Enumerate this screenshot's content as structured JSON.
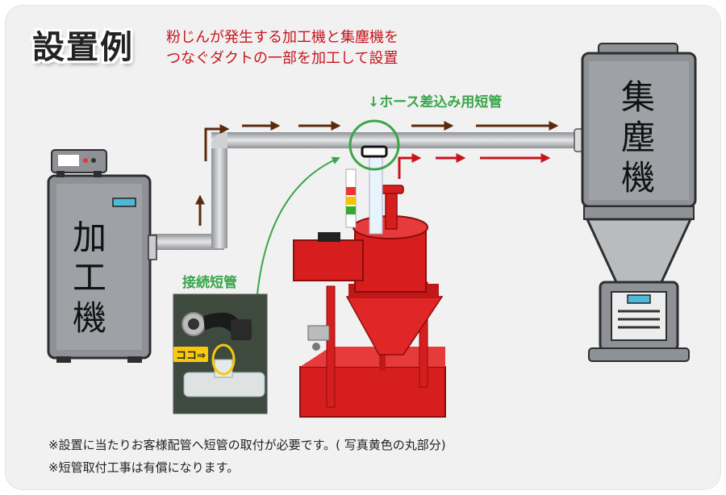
{
  "title": "設置例",
  "subtitle": {
    "line1": "粉じんが発生する加工機と集塵機を",
    "line2": "つなぐダクトの一部を加工して設置"
  },
  "labels": {
    "machine": [
      "加",
      "工",
      "機"
    ],
    "collector": [
      "集",
      "塵",
      "機"
    ],
    "hose_tube": "↓ホース差込み用短管",
    "connection_tube": "接続短管",
    "koko": "ココ⇒"
  },
  "notes": [
    "※設置に当たりお客様配管へ短管の取付が必要です。( 写真黄色の丸部分)",
    "※短管取付工事は有償になります。"
  ],
  "colors": {
    "subtitle": "#c8141e",
    "green": "#3aa64a",
    "arrow": "#5a2a0e",
    "duct": "#b9bcbf",
    "machine": "#8e9195",
    "red_unit": "#d71e1e",
    "highlight": "#f6c90e"
  }
}
